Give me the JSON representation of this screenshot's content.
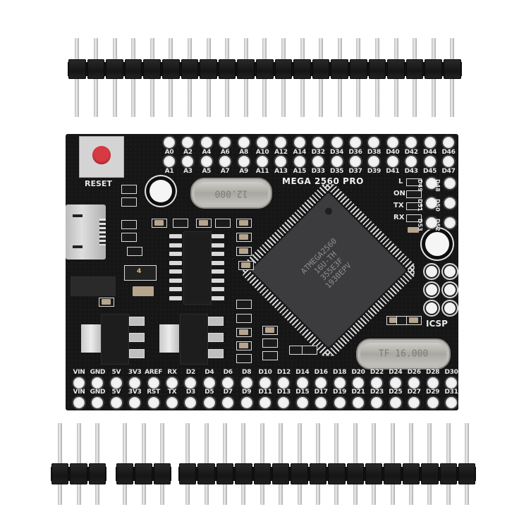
{
  "board": {
    "name": "MEGA 2560 PRO",
    "reset_label": "RESET",
    "icsp_label": "ICSP",
    "mcu_lines": [
      "ATMEGA2560",
      "16U-TH",
      "355E3F",
      "1930EPV"
    ],
    "crystal_main": "16.000",
    "crystal_main_prefix": "TF",
    "crystal_usb": "12.000",
    "usb_chip_marking": "4",
    "led_labels": [
      "L",
      "ON",
      "TX",
      "RX"
    ],
    "top_row_upper": [
      "A0",
      "A2",
      "A4",
      "A6",
      "A8",
      "A10",
      "A12",
      "A14",
      "D32",
      "D34",
      "D36",
      "D38",
      "D40",
      "D42",
      "D44",
      "D46"
    ],
    "top_row_lower": [
      "A1",
      "A3",
      "A5",
      "A7",
      "A9",
      "A11",
      "A13",
      "A15",
      "D33",
      "D35",
      "D37",
      "D39",
      "D41",
      "D43",
      "D45",
      "D47"
    ],
    "right_col_labels": [
      [
        "D48",
        "D49"
      ],
      [
        "D50",
        "D51"
      ],
      [
        "D52",
        "D53"
      ]
    ],
    "bottom_row_upper": [
      "VIN",
      "GND",
      "5V",
      "3V3",
      "AREF",
      "RX",
      "D2",
      "D4",
      "D6",
      "D8",
      "D10",
      "D12",
      "D14",
      "D16",
      "D18",
      "D20",
      "D22",
      "D24",
      "D26",
      "D28",
      "D30"
    ],
    "bottom_row_lower": [
      "VIN",
      "GND",
      "5V",
      "3V3",
      "RST",
      "TX",
      "D3",
      "D5",
      "D7",
      "D9",
      "D11",
      "D13",
      "D15",
      "D17",
      "D19",
      "D21",
      "D23",
      "D25",
      "D27",
      "D29",
      "D31"
    ]
  },
  "headers": {
    "top_pin_count": 21,
    "bottom_groups": [
      3,
      3,
      16
    ]
  },
  "colors": {
    "pcb": "#161616",
    "silkscreen": "#e8e8e8",
    "chip": "#3c3c3e",
    "reset_button": "#d83a44",
    "pin_metal": "#dcdcdc",
    "background": "#ffffff"
  }
}
